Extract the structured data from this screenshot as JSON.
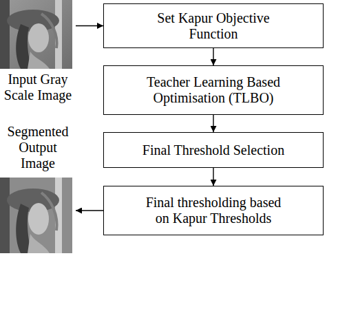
{
  "diagram": {
    "nodes": [
      {
        "text": [
          "Input Gray Scale Image"
        ]
      },
      {
        "text": [
          "Set Kapur Objective Function"
        ]
      },
      {
        "text": [
          "Teacher Learning Based Optimisation (TLBO)"
        ]
      },
      {
        "text": [
          "Final Threshold Selection"
        ]
      },
      {
        "text": [
          "Final thresholding based on Kapur Thresholds"
        ]
      },
      {
        "text": [
          "Segmented Output Image"
        ]
      }
    ],
    "edges": [
      {
        "from": 0,
        "to": 1,
        "arrow": "to"
      },
      {
        "from": 1,
        "to": 2,
        "arrow": "to"
      },
      {
        "from": 2,
        "to": 3,
        "arrow": "to"
      },
      {
        "from": 3,
        "to": 4,
        "arrow": "to"
      },
      {
        "from": 4,
        "to": 5,
        "arrow": "to"
      }
    ]
  }
}
